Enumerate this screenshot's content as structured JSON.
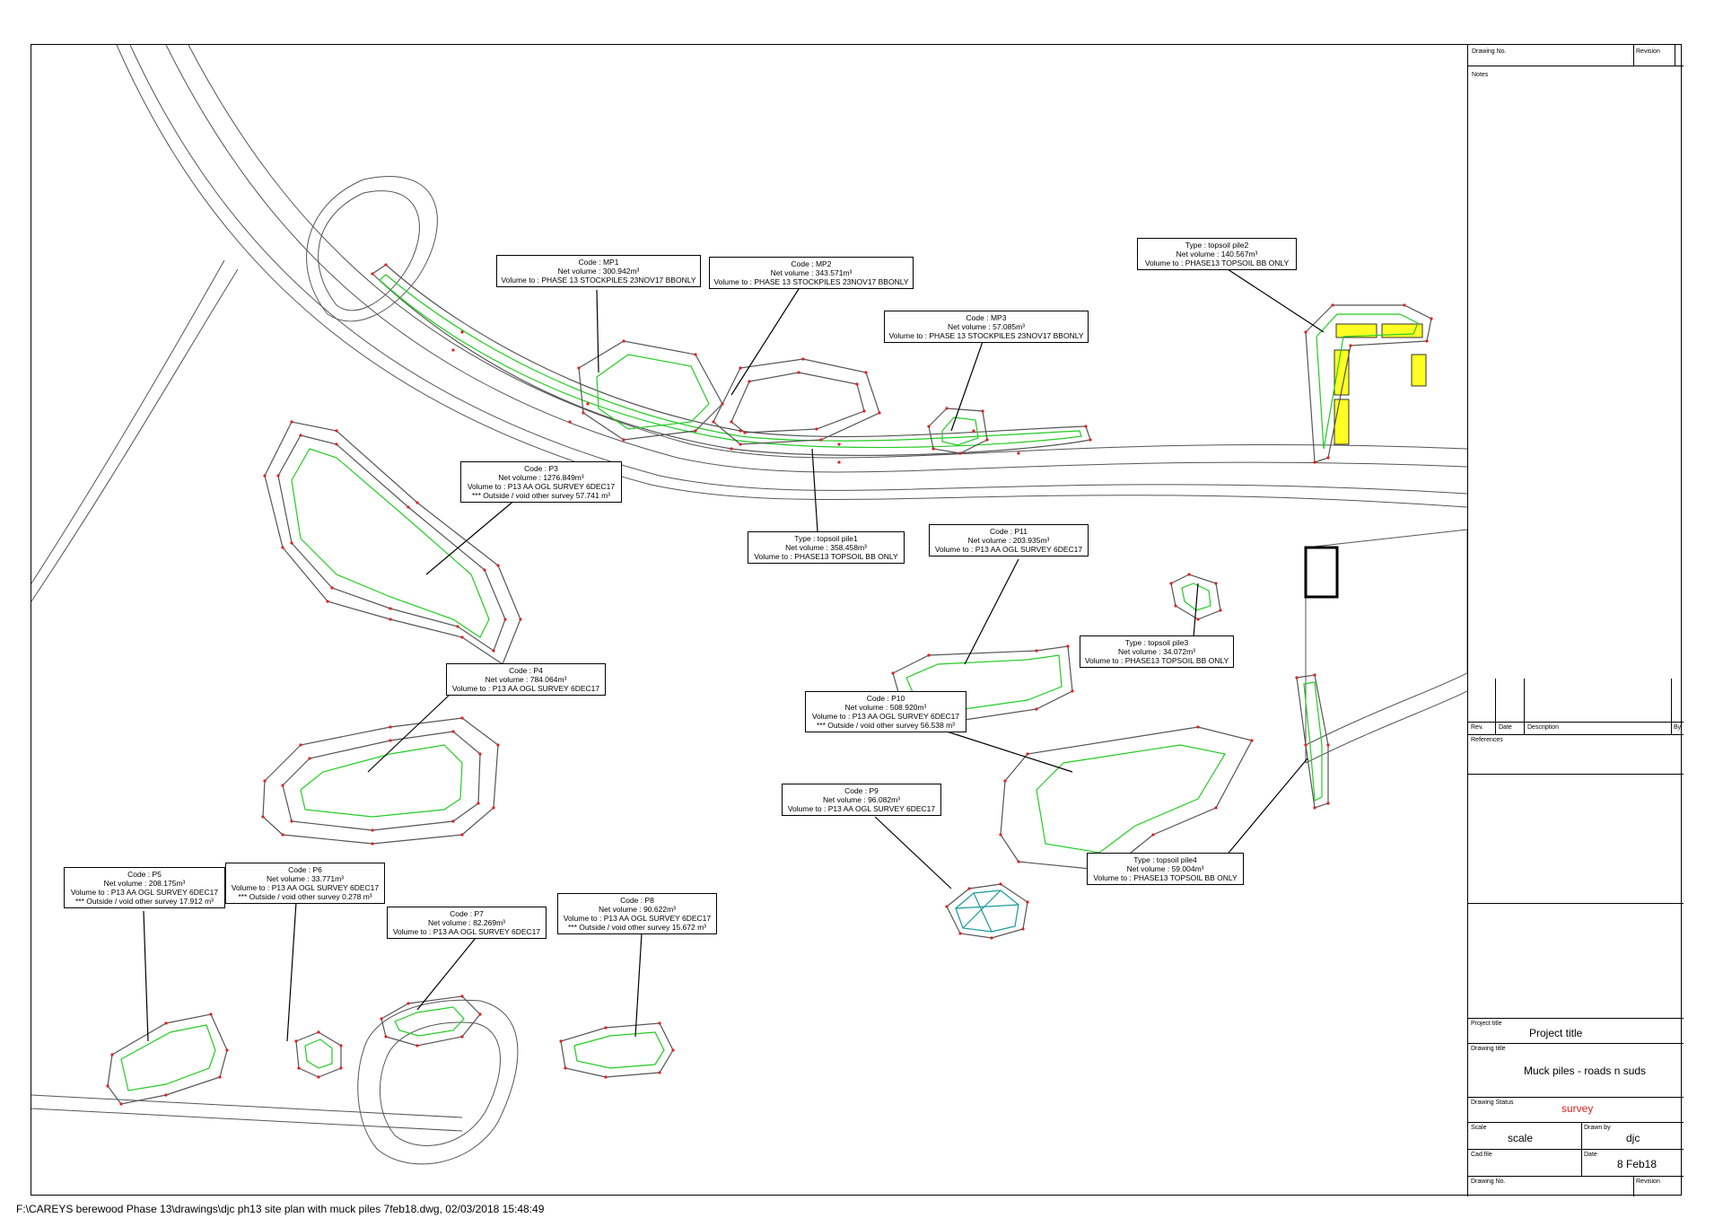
{
  "labels": {
    "mp1": {
      "l1": "Code : MP1",
      "l2": "Net volume : 300.942m³",
      "l3": "Volume to : PHASE 13 STOCKPILES 23NOV17 BBONLY"
    },
    "mp2": {
      "l1": "Code : MP2",
      "l2": "Net volume : 343.571m³",
      "l3": "Volume to : PHASE 13 STOCKPILES 23NOV17 BBONLY"
    },
    "mp3": {
      "l1": "Code : MP3",
      "l2": "Net volume : 57.085m³",
      "l3": "Volume to : PHASE 13 STOCKPILES 23NOV17 BBONLY"
    },
    "tp2": {
      "l1": "Type : topsoil pile2",
      "l2": "Net volume : 140.567m³",
      "l3": "Volume to : PHASE13 TOPSOIL BB ONLY"
    },
    "p3": {
      "l1": "Code : P3",
      "l2": "Net volume : 1276.849m³",
      "l3": "Volume to : P13 AA OGL SURVEY 6DEC17",
      "l4": "*** Outside / void other survey 57.741 m³"
    },
    "tp1": {
      "l1": "Type : topsoil pile1",
      "l2": "Net volume : 358.458m³",
      "l3": "Volume to : PHASE13 TOPSOIL BB ONLY"
    },
    "p11": {
      "l1": "Code : P11",
      "l2": "Net volume : 203.935m³",
      "l3": "Volume to : P13 AA OGL SURVEY 6DEC17"
    },
    "tp3": {
      "l1": "Type : topsoil pile3",
      "l2": "Net volume : 34.072m³",
      "l3": "Volume to : PHASE13 TOPSOIL BB ONLY"
    },
    "p4": {
      "l1": "Code : P4",
      "l2": "Net volume : 784.064m³",
      "l3": "Volume to : P13 AA OGL SURVEY 6DEC17"
    },
    "p10": {
      "l1": "Code : P10",
      "l2": "Net volume : 508.920m³",
      "l3": "Volume to : P13 AA OGL SURVEY 6DEC17",
      "l4": "*** Outside / void other survey 56.538 m³"
    },
    "p9": {
      "l1": "Code : P9",
      "l2": "Net volume : 96.082m³",
      "l3": "Volume to : P13 AA OGL SURVEY 6DEC17"
    },
    "tp4": {
      "l1": "Type : topsoil pile4",
      "l2": "Net volume : 59.004m³",
      "l3": "Volume to : PHASE13 TOPSOIL BB ONLY"
    },
    "p5": {
      "l1": "Code : P5",
      "l2": "Net volume : 208.175m³",
      "l3": "Volume to : P13 AA OGL SURVEY 6DEC17",
      "l4": "*** Outside / void other survey 17.912 m³"
    },
    "p6": {
      "l1": "Code : P6",
      "l2": "Net volume : 33.771m³",
      "l3": "Volume to : P13 AA OGL SURVEY 6DEC17",
      "l4": "*** Outside / void other survey 0.278 m³"
    },
    "p7": {
      "l1": "Code : P7",
      "l2": "Net volume : 82.269m³",
      "l3": "Volume to : P13 AA OGL SURVEY 6DEC17"
    },
    "p8": {
      "l1": "Code : P8",
      "l2": "Net volume : 90.622m³",
      "l3": "Volume to : P13 AA OGL SURVEY 6DEC17",
      "l4": "*** Outside / void other survey 15.672 m³"
    }
  },
  "title_block": {
    "drawing_no_label": "Drawing No.",
    "revision_label": "Revision",
    "notes_label": "Notes",
    "rev_label": "Rev.",
    "date_label": "Date",
    "description_label": "Description",
    "by_label": "By",
    "references_label": "References",
    "project_title_label": "Project title",
    "project_title": "Project title",
    "drawing_title_label": "Drawing title",
    "drawing_title": "Muck piles - roads n suds",
    "drawing_status_label": "Drawing Status",
    "drawing_status": "survey",
    "scale_label": "Scale",
    "scale": "scale",
    "drawn_by_label": "Drawn by",
    "drawn_by": "djc",
    "cad_file_label": "Cad file",
    "date_field_label": "Date",
    "date": "8 Feb18"
  },
  "footer": "F:\\CAREYS berewood Phase 13\\drawings\\djc ph13 site plan with muck piles 7feb18.dwg, 02/03/2018 15:48:49",
  "colors": {
    "pile": "#22cc22",
    "contour": "#555555",
    "vertex": "#e02020",
    "building": "#ffff22",
    "status": "#e02020"
  }
}
